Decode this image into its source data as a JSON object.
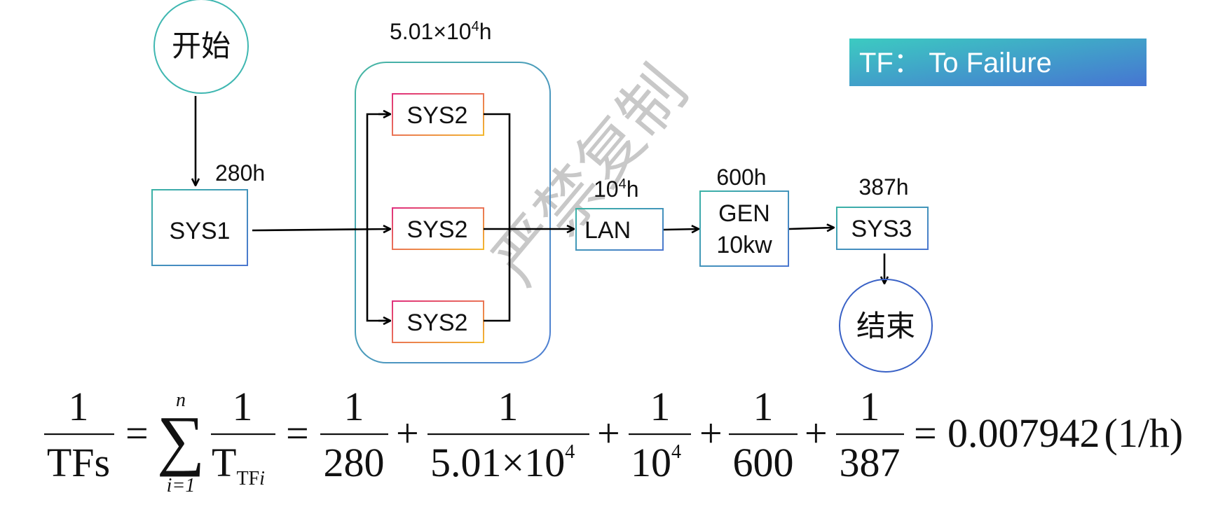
{
  "colors": {
    "start_circle": "#3fb7b1",
    "end_circle": "#3a62c6",
    "parallel_group": "#46b7a3",
    "parallel_group_end": "#4f7fd3",
    "sys2_box_start": "#e0307d",
    "sys2_box_end": "#f3b82f",
    "box_teal": "#3bb2a6",
    "box_blue": "#4b77cf",
    "legend_start": "#3ccbc1",
    "legend_end": "#4675d2",
    "arrow": "#000000"
  },
  "nodes": {
    "start": "开始",
    "sys1": "SYS1",
    "sys2_top": "SYS2",
    "sys2_mid": "SYS2",
    "sys2_bottom": "SYS2",
    "lan": "LAN",
    "gen_line1": "GEN",
    "gen_line2": "10kw",
    "sys3": "SYS3",
    "end": "结束"
  },
  "times": {
    "sys1": "280h",
    "parallel_base": "5.01×10",
    "parallel_exp": "4",
    "parallel_unit": "h",
    "lan_base": "10",
    "lan_exp": "4",
    "lan_unit": "h",
    "gen": "600h",
    "sys3": "387h"
  },
  "legend": {
    "text": "TF： To Failure"
  },
  "watermark": "严禁复制",
  "formula": {
    "one": "1",
    "lhs_den": "TFs",
    "equals": "=",
    "plus": "+",
    "sum_upper": "n",
    "sum_lower": "i=1",
    "sigma": "∑",
    "t_base": "T",
    "t_sub": "TF",
    "t_sub_i": "i",
    "den1": "280",
    "den2_base": "5.01×10",
    "den2_exp": "4",
    "den3_base": "10",
    "den3_exp": "4",
    "den4": "600",
    "den5": "387",
    "result": "0.007942",
    "unit": "(1/h)"
  }
}
